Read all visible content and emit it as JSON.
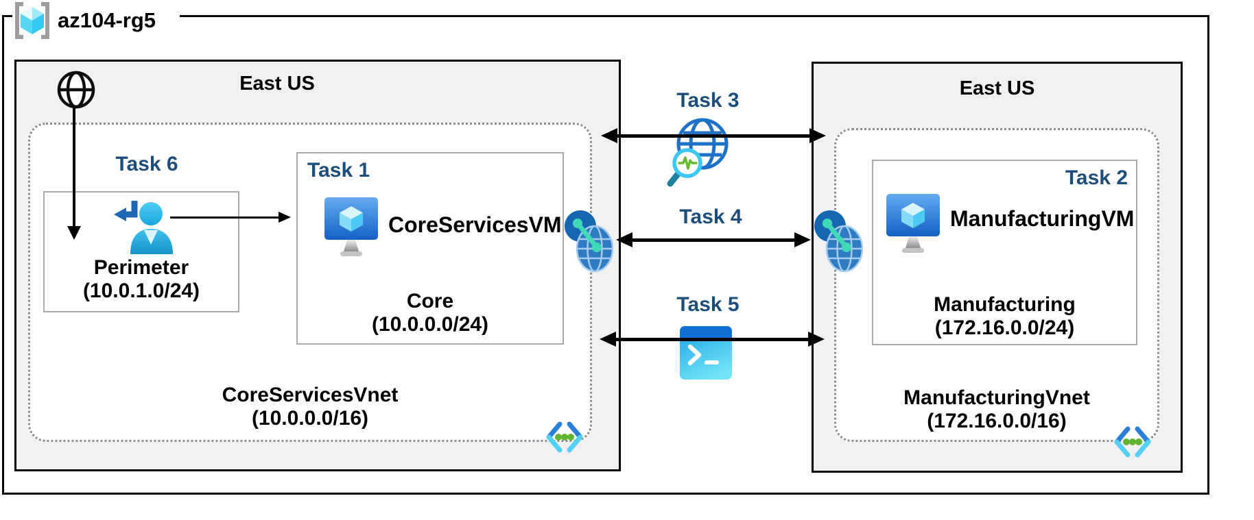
{
  "header": {
    "resource_group": "az104-rg5"
  },
  "colors": {
    "task_label": "#1d4e79",
    "region_fill": "#f1f1f1",
    "region_border": "#000000",
    "subnet_border": "#a9a9a9",
    "vnet_dash": "#8c8c8c",
    "vm_icon_blue": "#1f6fd0",
    "cube_cyan": "#50d7f5",
    "peering_teal": "#3fd9b5",
    "code_icon_green": "#61b431",
    "shell_header_blue": "#1070d3",
    "shell_body_cyan": "#3fc3ee"
  },
  "icons": {
    "resource_group": "resource-group-brackets-cube-icon",
    "internet": "internet-globe-icon",
    "perimeter_user": "user-return-arrow-icon",
    "virtual_machine": "azure-vm-monitor-cube-icon",
    "network_watcher": "globe-magnifier-pulse-icon",
    "vnet_peering": "peering-globes-link-icon",
    "cloud_shell": "terminal-prompt-icon",
    "code_brackets": "code-angle-brackets-dots-icon"
  },
  "left_region": {
    "title": "East US",
    "task6_label": "Task 6",
    "perimeter_name": "Perimeter",
    "perimeter_cidr": "(10.0.1.0/24)",
    "task1_label": "Task 1",
    "vm_name": "CoreServicesVM",
    "subnet_name": "Core",
    "subnet_cidr": "(10.0.0.0/24)",
    "vnet_name": "CoreServicesVnet",
    "vnet_cidr": "(10.0.0.0/16)"
  },
  "middle": {
    "task3_label": "Task 3",
    "task4_label": "Task 4",
    "task5_label": "Task 5"
  },
  "right_region": {
    "title": "East US",
    "task2_label": "Task 2",
    "vm_name": "ManufacturingVM",
    "subnet_name": "Manufacturing",
    "subnet_cidr": "(172.16.0.0/24)",
    "vnet_name": "ManufacturingVnet",
    "vnet_cidr": "(172.16.0.0/16)"
  }
}
